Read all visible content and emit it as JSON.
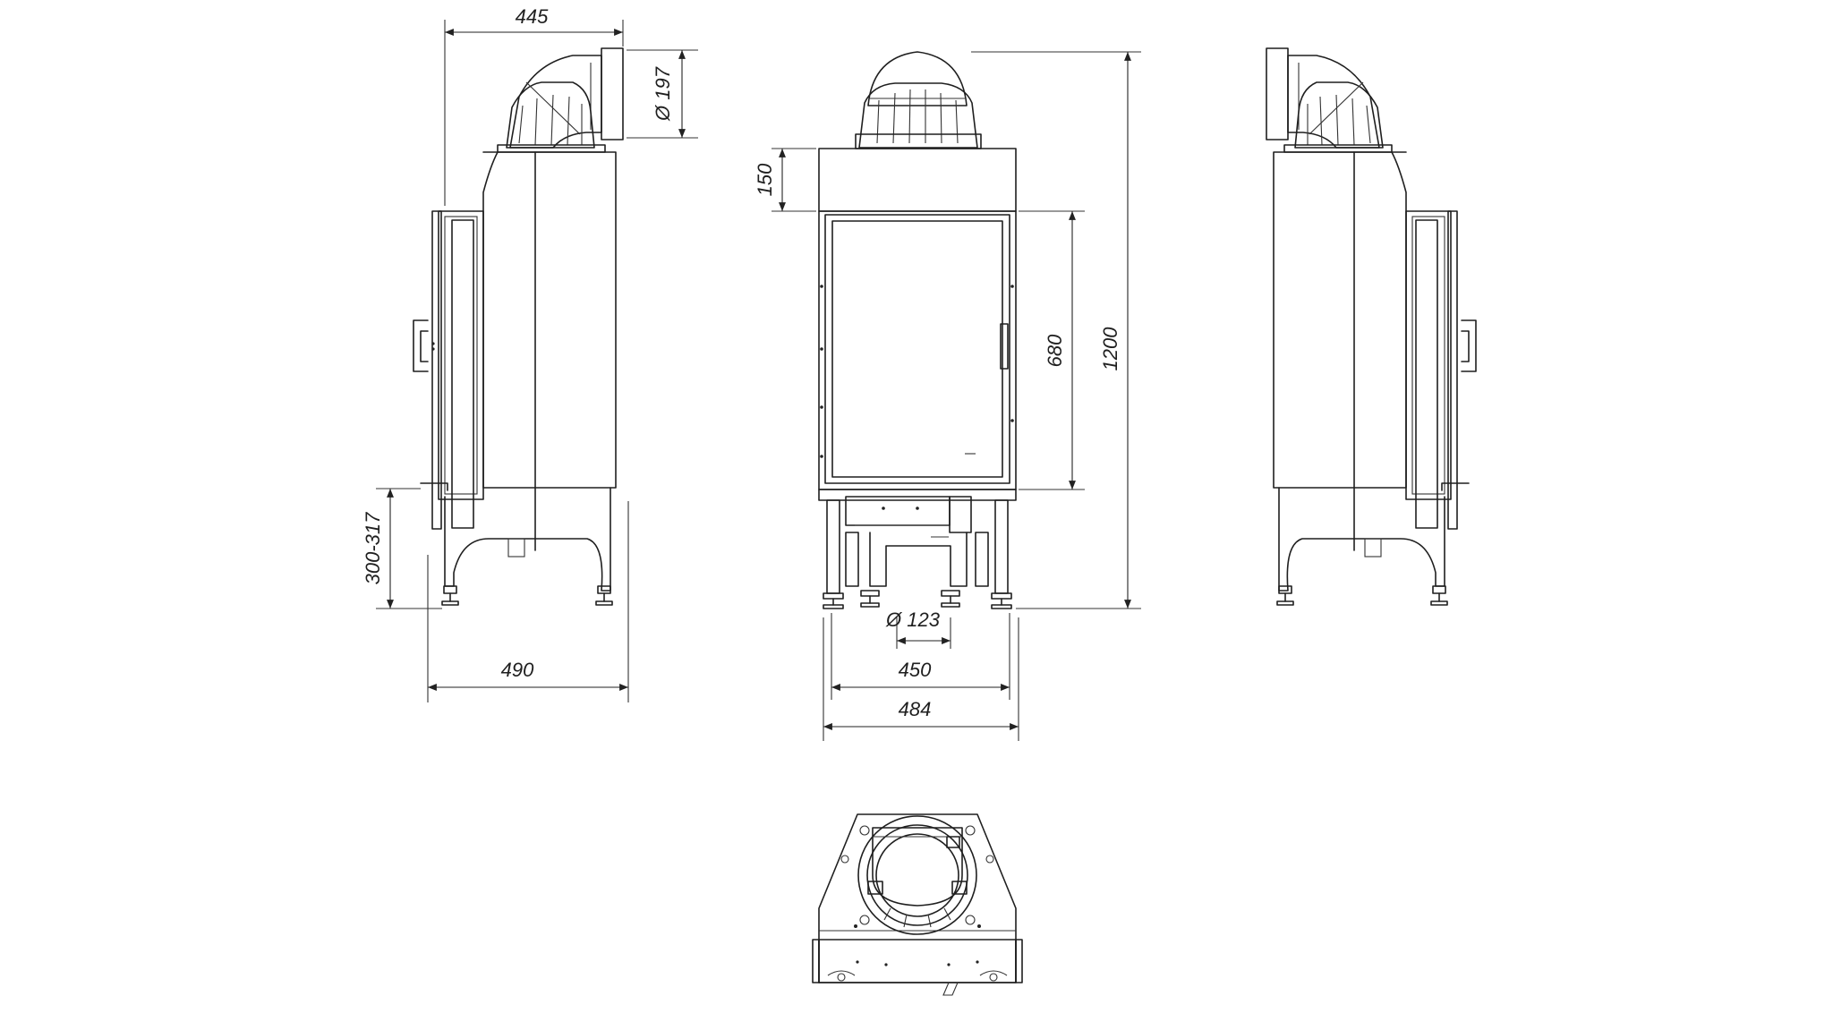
{
  "dimensions": {
    "side_depth_top": "445",
    "flue_diameter": "Ø 197",
    "top_height": "150",
    "glass_height": "680",
    "total_height": "1200",
    "leg_height": "300-317",
    "side_depth_bottom": "490",
    "air_inlet_diameter": "Ø 123",
    "front_inner_width": "450",
    "front_outer_width": "484"
  },
  "colors": {
    "line": "#1f1f1f",
    "background": "#ffffff"
  }
}
